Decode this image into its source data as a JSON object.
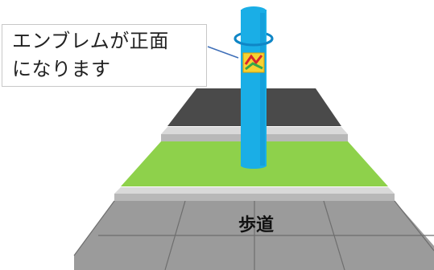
{
  "callout": {
    "line1": "エンブレムが正面",
    "line2": "になります"
  },
  "labels": {
    "sidewalk": "歩道"
  },
  "colors": {
    "pole": "#1aaee6",
    "pole_dark": "#0f86c6",
    "road": "#4a4a4a",
    "curb": "#cfcfcf",
    "grass": "#8ed14b",
    "paving": "#9b9b9b",
    "paving_joint": "#6e6e6e",
    "emblem_bg": "#f7d232",
    "emblem_red": "#d8262c",
    "emblem_green": "#37a84a"
  }
}
